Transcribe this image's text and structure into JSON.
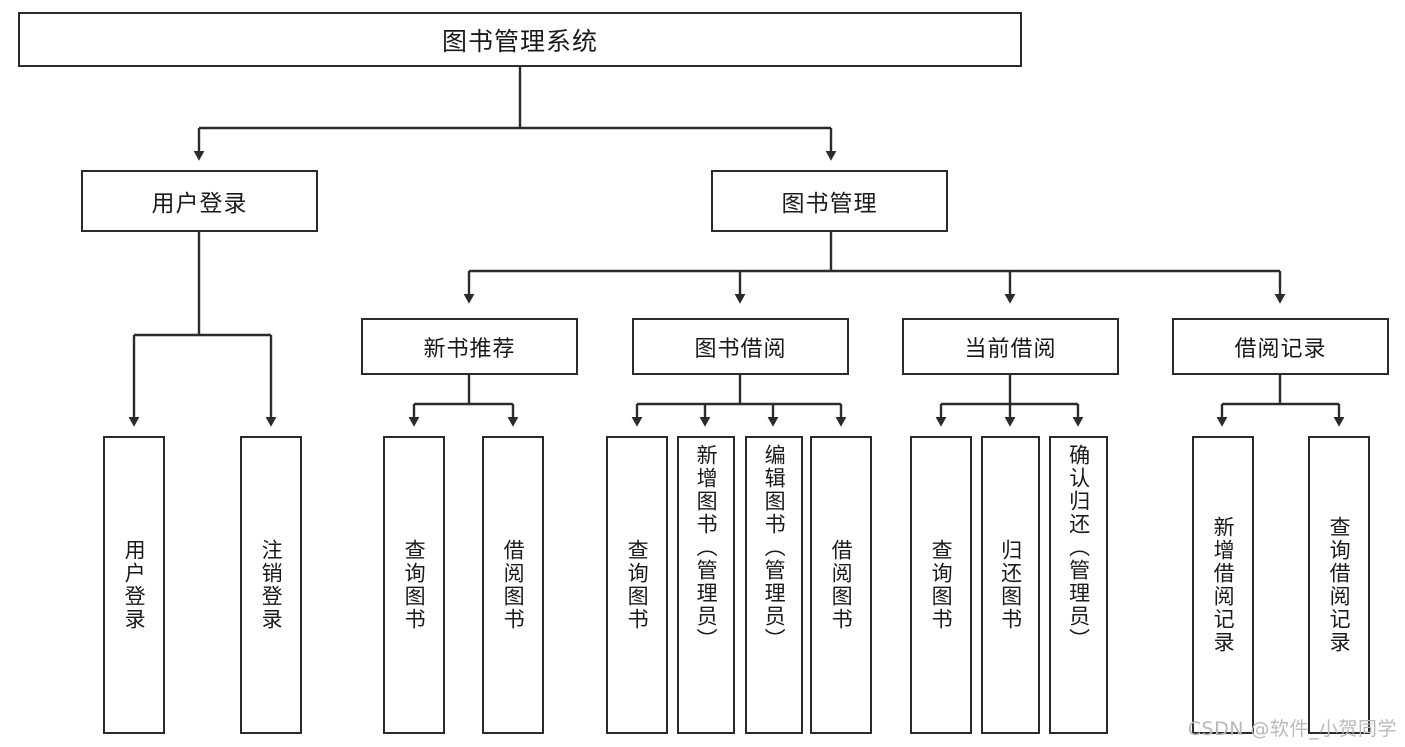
{
  "diagram": {
    "title": "图书管理系统",
    "watermark": "CSDN @软件_小贺同学",
    "line_color": "#2b2b2b",
    "box_fill": "#ffffff",
    "text_color": "#1a1a1a",
    "watermark_color": "#b9b9b9",
    "root": {
      "label": "图书管理系统"
    },
    "level2": [
      {
        "label": "用户登录"
      },
      {
        "label": "图书管理"
      }
    ],
    "level3": [
      {
        "label": "新书推荐"
      },
      {
        "label": "图书借阅"
      },
      {
        "label": "当前借阅"
      },
      {
        "label": "借阅记录"
      }
    ],
    "leaves": {
      "user_login": [
        {
          "label": "用户登录"
        },
        {
          "label": "注销登录"
        }
      ],
      "new_book_recommend": [
        {
          "label": "查询图书"
        },
        {
          "label": "借阅图书"
        }
      ],
      "book_borrow": [
        {
          "label": "查询图书"
        },
        {
          "label": "新增图书（管理员）"
        },
        {
          "label": "编辑图书（管理员）"
        },
        {
          "label": "借阅图书"
        }
      ],
      "current_borrow": [
        {
          "label": "查询图书"
        },
        {
          "label": "归还图书"
        },
        {
          "label": "确认归还（管理员）"
        }
      ],
      "borrow_records": [
        {
          "label": "新增借阅记录"
        },
        {
          "label": "查询借阅记录"
        }
      ]
    }
  }
}
